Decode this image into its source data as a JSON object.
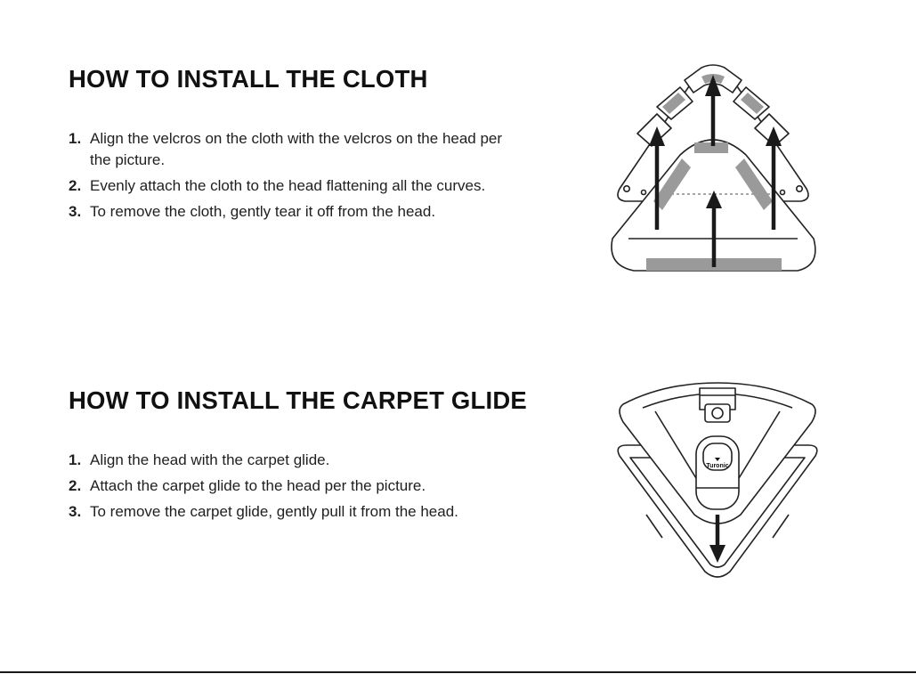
{
  "sections": [
    {
      "title": "HOW TO INSTALL THE CLOTH",
      "steps": [
        {
          "num": "1.",
          "text": "Align the velcros on the cloth with the velcros on the head per the picture."
        },
        {
          "num": "2.",
          "text": "Evenly attach the cloth to the head flattening all the curves."
        },
        {
          "num": "3.",
          "text": "To remove the cloth, gently tear it off from the head."
        }
      ]
    },
    {
      "title": "HOW TO INSTALL THE CARPET GLIDE",
      "steps": [
        {
          "num": "1.",
          "text": "Align the head with the carpet glide."
        },
        {
          "num": "2.",
          "text": "Attach the carpet glide to the head per the picture."
        },
        {
          "num": "3.",
          "text": "To remove the carpet glide, gently pull it from the head."
        }
      ],
      "brand_logo_text": "Turonic"
    }
  ],
  "colors": {
    "text": "#1a1a1a",
    "outline": "#222222",
    "velcro_gray": "#9a9a9a",
    "arrow": "#1a1a1a"
  },
  "icons": {
    "cloth_illustration": "mop-head-cloth-diagram",
    "carpet_glide_illustration": "carpet-glide-diagram"
  }
}
